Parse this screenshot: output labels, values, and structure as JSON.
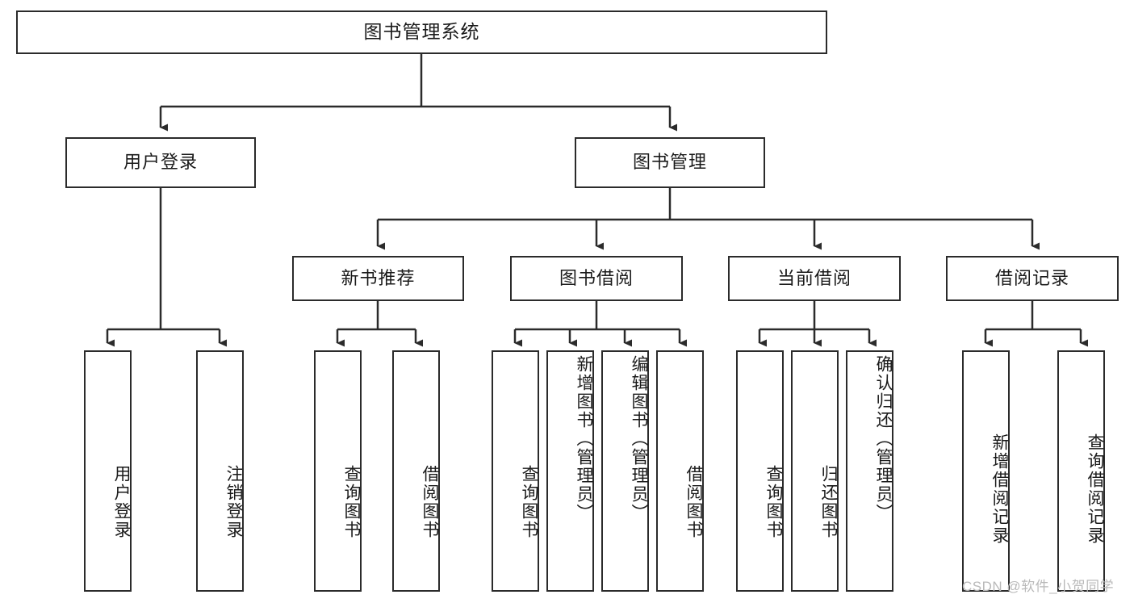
{
  "diagram": {
    "title": "图书管理系统",
    "type": "hierarchy-tree",
    "orientation": "top-down",
    "colors": {
      "box_border": "#2b2b2b",
      "box_fill": "#ffffff",
      "edge": "#2b2b2b",
      "text": "#1a1a1a",
      "watermark": "#b9b9b9",
      "background": "#ffffff"
    },
    "nodes": {
      "root": {
        "label": "图书管理系统"
      },
      "level1": [
        {
          "id": "user-login",
          "label": "用户登录"
        },
        {
          "id": "book-manage",
          "label": "图书管理"
        }
      ],
      "level2": [
        {
          "id": "new-book-recommend",
          "label": "新书推荐"
        },
        {
          "id": "book-borrow",
          "label": "图书借阅"
        },
        {
          "id": "current-borrow",
          "label": "当前借阅"
        },
        {
          "id": "borrow-record",
          "label": "借阅记录"
        }
      ],
      "leaves": {
        "user-login": [
          {
            "id": "leaf-user-login",
            "label": "用户登录"
          },
          {
            "id": "leaf-logout",
            "label": "注销登录"
          }
        ],
        "new-book-recommend": [
          {
            "id": "leaf-query-book-1",
            "label": "查询图书"
          },
          {
            "id": "leaf-borrow-book-1",
            "label": "借阅图书"
          }
        ],
        "book-borrow": [
          {
            "id": "leaf-query-book-2",
            "label": "查询图书"
          },
          {
            "id": "leaf-add-book",
            "label": "新增图书（管理员）"
          },
          {
            "id": "leaf-edit-book",
            "label": "编辑图书（管理员）"
          },
          {
            "id": "leaf-borrow-book-2",
            "label": "借阅图书"
          }
        ],
        "current-borrow": [
          {
            "id": "leaf-query-book-3",
            "label": "查询图书"
          },
          {
            "id": "leaf-return-book",
            "label": "归还图书"
          },
          {
            "id": "leaf-confirm-return",
            "label": "确认归还（管理员）"
          }
        ],
        "borrow-record": [
          {
            "id": "leaf-add-record",
            "label": "新增借阅记录"
          },
          {
            "id": "leaf-query-record",
            "label": "查询借阅记录"
          }
        ]
      }
    },
    "watermark": "CSDN @软件_小贺同学"
  }
}
